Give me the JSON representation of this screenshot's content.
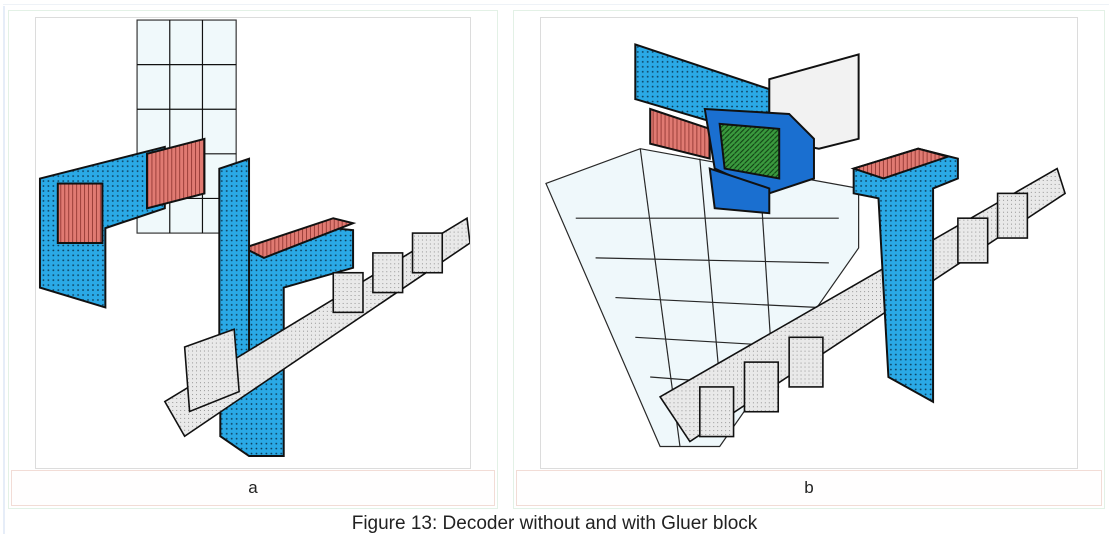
{
  "figure": {
    "caption": "Figure 13: Decoder without and with Gluer block",
    "panels": [
      {
        "label": "a",
        "image_alt": "Decoder without Gluer block"
      },
      {
        "label": "b",
        "image_alt": "Decoder with Gluer block"
      }
    ]
  },
  "colors": {
    "blue_block": "#2aa9e6",
    "red_block": "#e07a72",
    "green_block": "#3a9a3e",
    "dark_blue_block": "#1a6fd0",
    "glass_block": "#eef8fb",
    "gray_block": "#e4e4e4",
    "edge": "#111111"
  }
}
